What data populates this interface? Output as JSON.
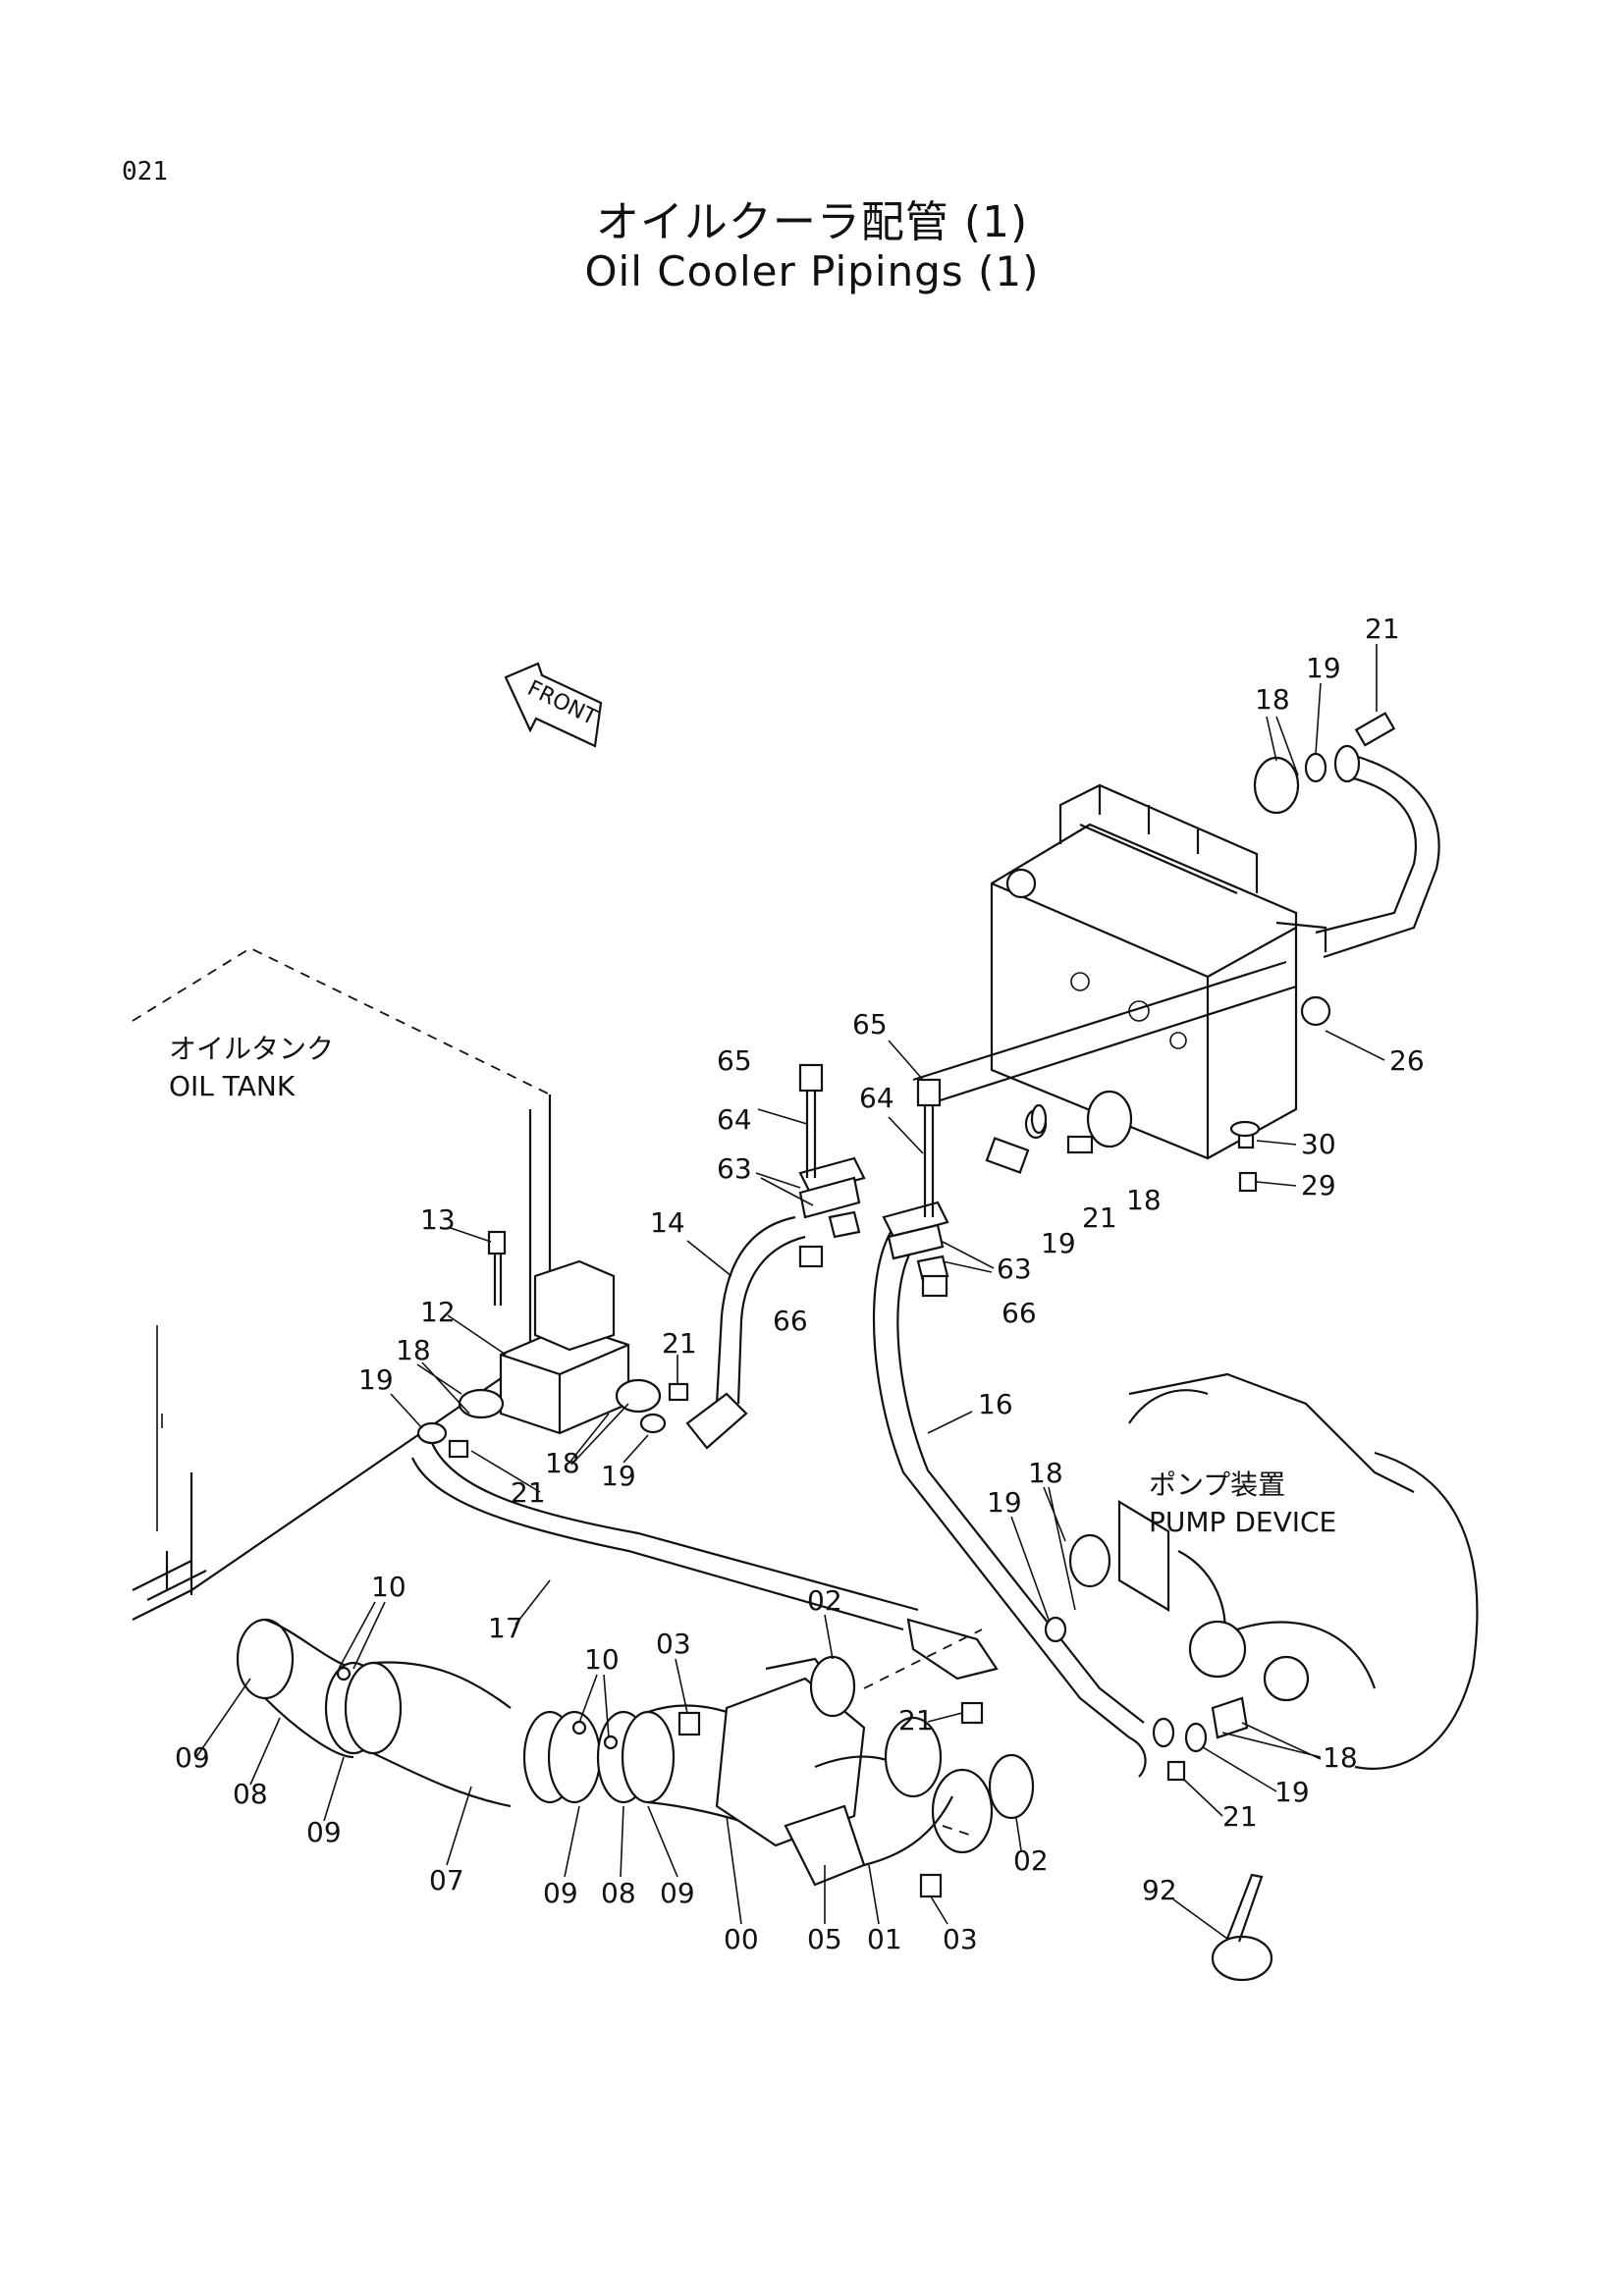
{
  "page_number": "021",
  "title_jp": "オイルクーラ配管 (1)",
  "title_en": "Oil Cooler Pipings (1)",
  "front_label": "FRONT",
  "oil_tank": {
    "jp": "オイルタンク",
    "en": "OIL TANK"
  },
  "pump_device": {
    "jp": "ポンプ装置",
    "en": "PUMP DEVICE"
  },
  "callouts": {
    "p21_top": "21",
    "p19_top": "19",
    "p18_top": "18",
    "p26": "26",
    "p65_left": "65",
    "p65_right": "65",
    "p64_left": "64",
    "p64_right": "64",
    "p63_left": "63",
    "p63_right": "63",
    "p66_left": "66",
    "p66_right": "66",
    "p30": "30",
    "p29": "29",
    "p21_mid": "21",
    "p18_mid": "18",
    "p19_mid": "19",
    "p14": "14",
    "p13": "13",
    "p12": "12",
    "p18_valve": "18",
    "p19_valve": "19",
    "p21_valve": "21",
    "p18_valve2": "18",
    "p19_valve2": "19",
    "p21_valve2": "21",
    "p16": "16",
    "p18_pump": "18",
    "p19_pump": "19",
    "p17": "17",
    "p10_left": "10",
    "p10_mid": "10",
    "p02_top": "02",
    "p03_top": "03",
    "p21_low": "21",
    "p09_a": "09",
    "p08_a": "08",
    "p09_b": "09",
    "p07": "07",
    "p09_c": "09",
    "p08_b": "08",
    "p09_d": "09",
    "p00": "00",
    "p05": "05",
    "p01": "01",
    "p03_low": "03",
    "p02_low": "02",
    "p18_low": "18",
    "p19_low": "19",
    "p21_bottom": "21",
    "p92": "92"
  }
}
